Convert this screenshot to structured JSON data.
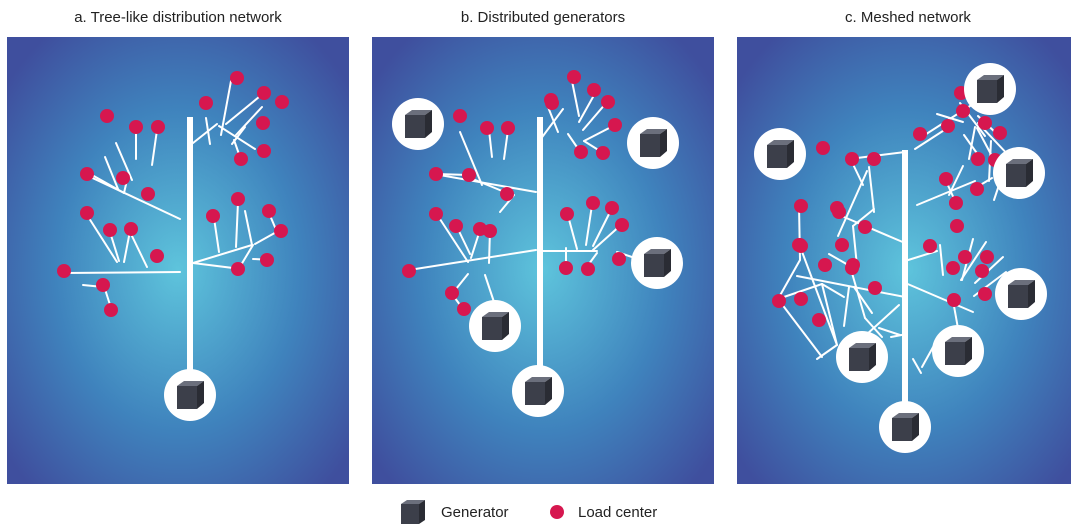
{
  "panels": [
    {
      "id": "a",
      "title": "a. Tree-like distribution network"
    },
    {
      "id": "b",
      "title": "b. Distributed generators"
    },
    {
      "id": "c",
      "title": "c. Meshed network"
    }
  ],
  "legend": {
    "generator": "Generator",
    "load_center": "Load center"
  },
  "colors": {
    "bg_center": "#5ec4dc",
    "bg_edge": "#3f4f9e",
    "line": "#ffffff",
    "load_center": "#d6174f",
    "generator": "#3c3f4a"
  },
  "icons": {
    "generator": "generator-cube-icon",
    "load_center": "load-center-dot-icon"
  }
}
